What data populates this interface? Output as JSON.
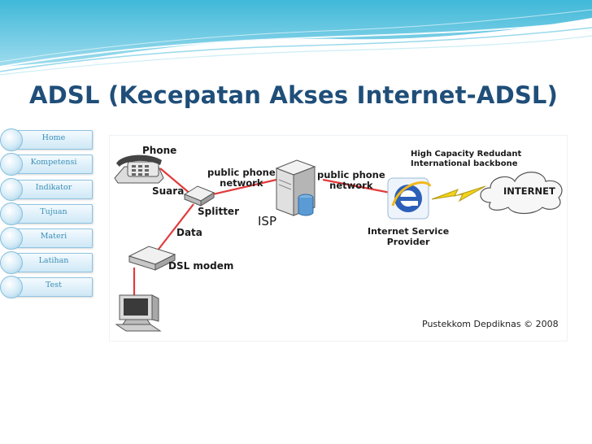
{
  "slide": {
    "title": "ADSL (Kecepatan Akses Internet-ADSL)"
  },
  "nav": {
    "items": [
      {
        "label": "Home"
      },
      {
        "label": "Kompetensi"
      },
      {
        "label": "Indikator"
      },
      {
        "label": "Tujuan"
      },
      {
        "label": "Materi"
      },
      {
        "label": "Latihan"
      },
      {
        "label": "Test"
      }
    ]
  },
  "diagram": {
    "phone": "Phone",
    "suara": "Suara",
    "splitter": "Splitter",
    "data": "Data",
    "dsl_modem": "DSL modem",
    "public_phone_network_1": "public phone\nnetwork",
    "isp": "ISP",
    "public_phone_network_2": "public phone\nnetwork",
    "backbone": "High Capacity Redudant\nInternational backbone",
    "internet": "INTERNET",
    "isp_provider": "Internet Service\nProvider",
    "credit": "Pustekkom Depdiknas © 2008"
  },
  "colors": {
    "title": "#1f4e79",
    "nav_text": "#3a8fb8",
    "line_red": "#e23b3b",
    "lightning": "#f2d21b"
  }
}
